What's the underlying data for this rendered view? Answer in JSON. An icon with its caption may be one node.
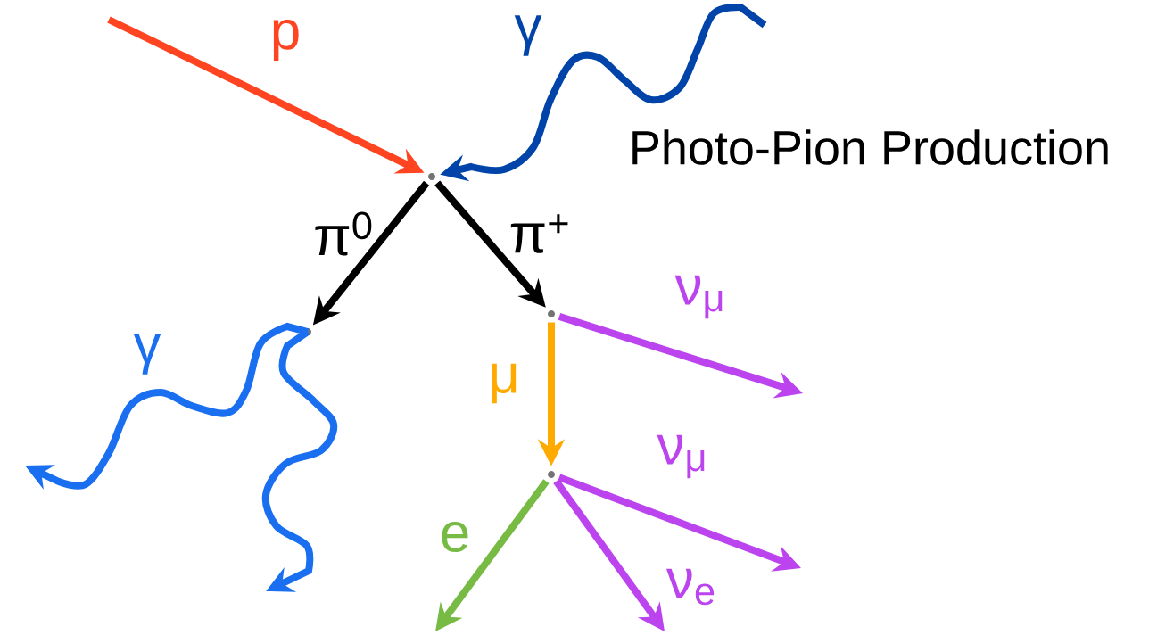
{
  "diagram": {
    "title": "Photo-Pion Production",
    "nodes": [
      {
        "text": [],
        "shape": "point"
      },
      {
        "text": [],
        "shape": "point"
      },
      {
        "text": [],
        "shape": "point"
      },
      {
        "text": [],
        "shape": "point"
      }
    ],
    "edges": [
      {
        "from": null,
        "to": 0,
        "arrow": "to",
        "label": "p",
        "color": "#ff4422"
      },
      {
        "from": null,
        "to": 0,
        "arrow": "to",
        "label": "γ",
        "color": "#0044aa"
      },
      {
        "from": 0,
        "to": 1,
        "arrow": "to",
        "label": "π$^{0}$",
        "color": "#000000"
      },
      {
        "from": 0,
        "to": 2,
        "arrow": "to",
        "label": "π$^{+}$",
        "color": "#000000"
      },
      {
        "from": 2,
        "to": null,
        "arrow": "to",
        "label": "ν$_{μ}$",
        "color": "#bb44ee"
      },
      {
        "from": 2,
        "to": 3,
        "arrow": "to",
        "label": "μ",
        "color": "#ffaa00"
      },
      {
        "from": 3,
        "to": null,
        "arrow": "to",
        "label": "e",
        "color": "#77bb44"
      },
      {
        "from": 3,
        "to": null,
        "arrow": "to",
        "label": "ν$_{μ}$",
        "color": "#bb44ee"
      },
      {
        "from": 3,
        "to": null,
        "arrow": "to",
        "label": "ν$_{e}$",
        "color": "#bb44ee"
      },
      {
        "from": 1,
        "to": null,
        "arrow": "to",
        "label": "γ",
        "color": "#1a6ff0"
      },
      {
        "from": 1,
        "to": null,
        "arrow": "to",
        "color": "#1a6ff0"
      }
    ]
  }
}
